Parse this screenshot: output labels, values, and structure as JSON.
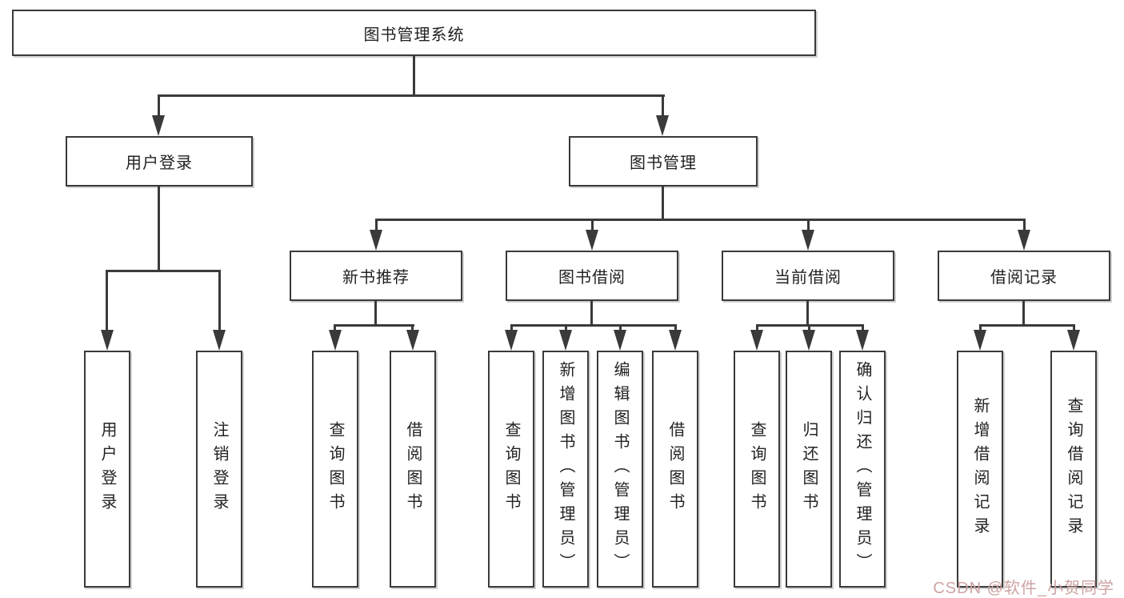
{
  "diagram": {
    "root": {
      "label": "图书管理系统"
    },
    "branches": [
      {
        "label": "用户登录",
        "children": [
          {
            "label": "用户登录"
          },
          {
            "label": "注销登录"
          }
        ]
      },
      {
        "label": "图书管理",
        "children": [
          {
            "label": "新书推荐",
            "children": [
              {
                "label": "查询图书"
              },
              {
                "label": "借阅图书"
              }
            ]
          },
          {
            "label": "图书借阅",
            "children": [
              {
                "label": "查询图书"
              },
              {
                "label": "新增图书（管理员）"
              },
              {
                "label": "编辑图书（管理员）"
              },
              {
                "label": "借阅图书"
              }
            ]
          },
          {
            "label": "当前借阅",
            "children": [
              {
                "label": "查询图书"
              },
              {
                "label": "归还图书"
              },
              {
                "label": "确认归还（管理员）"
              }
            ]
          },
          {
            "label": "借阅记录",
            "children": [
              {
                "label": "新增借阅记录"
              },
              {
                "label": "查询借阅记录"
              }
            ]
          }
        ]
      }
    ]
  },
  "watermark": {
    "text": "CSDN @软件_小贺同学",
    "color": "#cfa3a3"
  },
  "colors": {
    "line": "#3a3a3a",
    "box_border": "#3a3a3a",
    "box_bg": "#ffffff",
    "text": "#222222",
    "background": "#ffffff"
  }
}
